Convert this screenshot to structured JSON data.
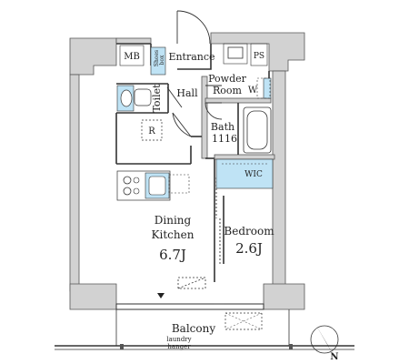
{
  "rooms": {
    "mb": "MB",
    "shoes_box_line1": "Shoes",
    "shoes_box_line2": "box",
    "entrance": "Entrance",
    "ps": "PS",
    "powder_room_line1": "Powder",
    "powder_room_line2": "Room",
    "washer": "W",
    "toilet": "Toilet",
    "hall": "Hall",
    "bath": "Bath",
    "bath_size": "1116",
    "refrigerator": "R",
    "wic": "WIC",
    "dining_kitchen_line1": "Dining",
    "dining_kitchen_line2": "Kitchen",
    "dining_kitchen_size": "6.7J",
    "bedroom": "Bedroom",
    "bedroom_size": "2.6J",
    "balcony": "Balcony",
    "laundry_line1": "laundry",
    "laundry_line2": "hanger"
  },
  "compass": {
    "north": "N"
  },
  "colors": {
    "wall_fill": "#d2d2d2",
    "wall_line": "#555555",
    "fixture_blue": "#bfe3f5",
    "line": "#333333"
  }
}
